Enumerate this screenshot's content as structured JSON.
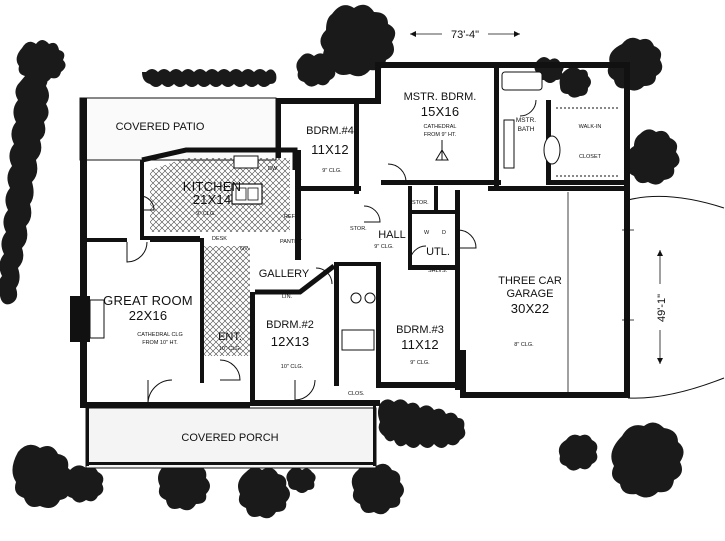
{
  "dimensions": {
    "width": "73'-4\"",
    "depth": "49'-1\""
  },
  "rooms": {
    "covered_patio": "COVERED PATIO",
    "kitchen": {
      "name": "KITCHEN",
      "size": "21X14",
      "note": "9\" CLG."
    },
    "great_room": {
      "name": "GREAT ROOM",
      "size": "22X16",
      "note1": "CATHEDRAL CLG",
      "note2": "FROM 10\" HT."
    },
    "bdrm4": {
      "name": "BDRM.#4",
      "size": "11X12",
      "note": "9\" CLG."
    },
    "master_bdrm": {
      "name": "MSTR. BDRM.",
      "size": "15X16",
      "note1": "CATHEDRAL",
      "note2": "FROM 9\" HT."
    },
    "master_bath": {
      "name1": "MSTR.",
      "name2": "BATH"
    },
    "walk_in_closet": {
      "name1": "WALK-IN",
      "name2": "CLOSET"
    },
    "gallery": "GALLERY",
    "entry": {
      "name": "ENT.",
      "note": "10\" CLG."
    },
    "bdrm2": {
      "name": "BDRM.#2",
      "size": "12X13",
      "note": "10\" CLG."
    },
    "bdrm3": {
      "name": "BDRM.#3",
      "size": "11X12",
      "note": "9\" CLG."
    },
    "hall": {
      "name": "HALL",
      "note": "9\" CLG."
    },
    "utility": "UTL.",
    "garage": {
      "name1": "THREE CAR",
      "name2": "GARAGE",
      "size": "30X22",
      "note": "8\" CLG."
    },
    "covered_porch": "COVERED PORCH",
    "small": {
      "dw": "DW",
      "ref": "REF.",
      "ov": "OV.",
      "pantry": "PANTRY",
      "desk": "DESK",
      "lin": "LIN.",
      "stor1": "STOR.",
      "stor2": "STOR.",
      "w": "W",
      "d": "D",
      "shlvs": "SHLVS.",
      "clos": "CLOS."
    }
  }
}
